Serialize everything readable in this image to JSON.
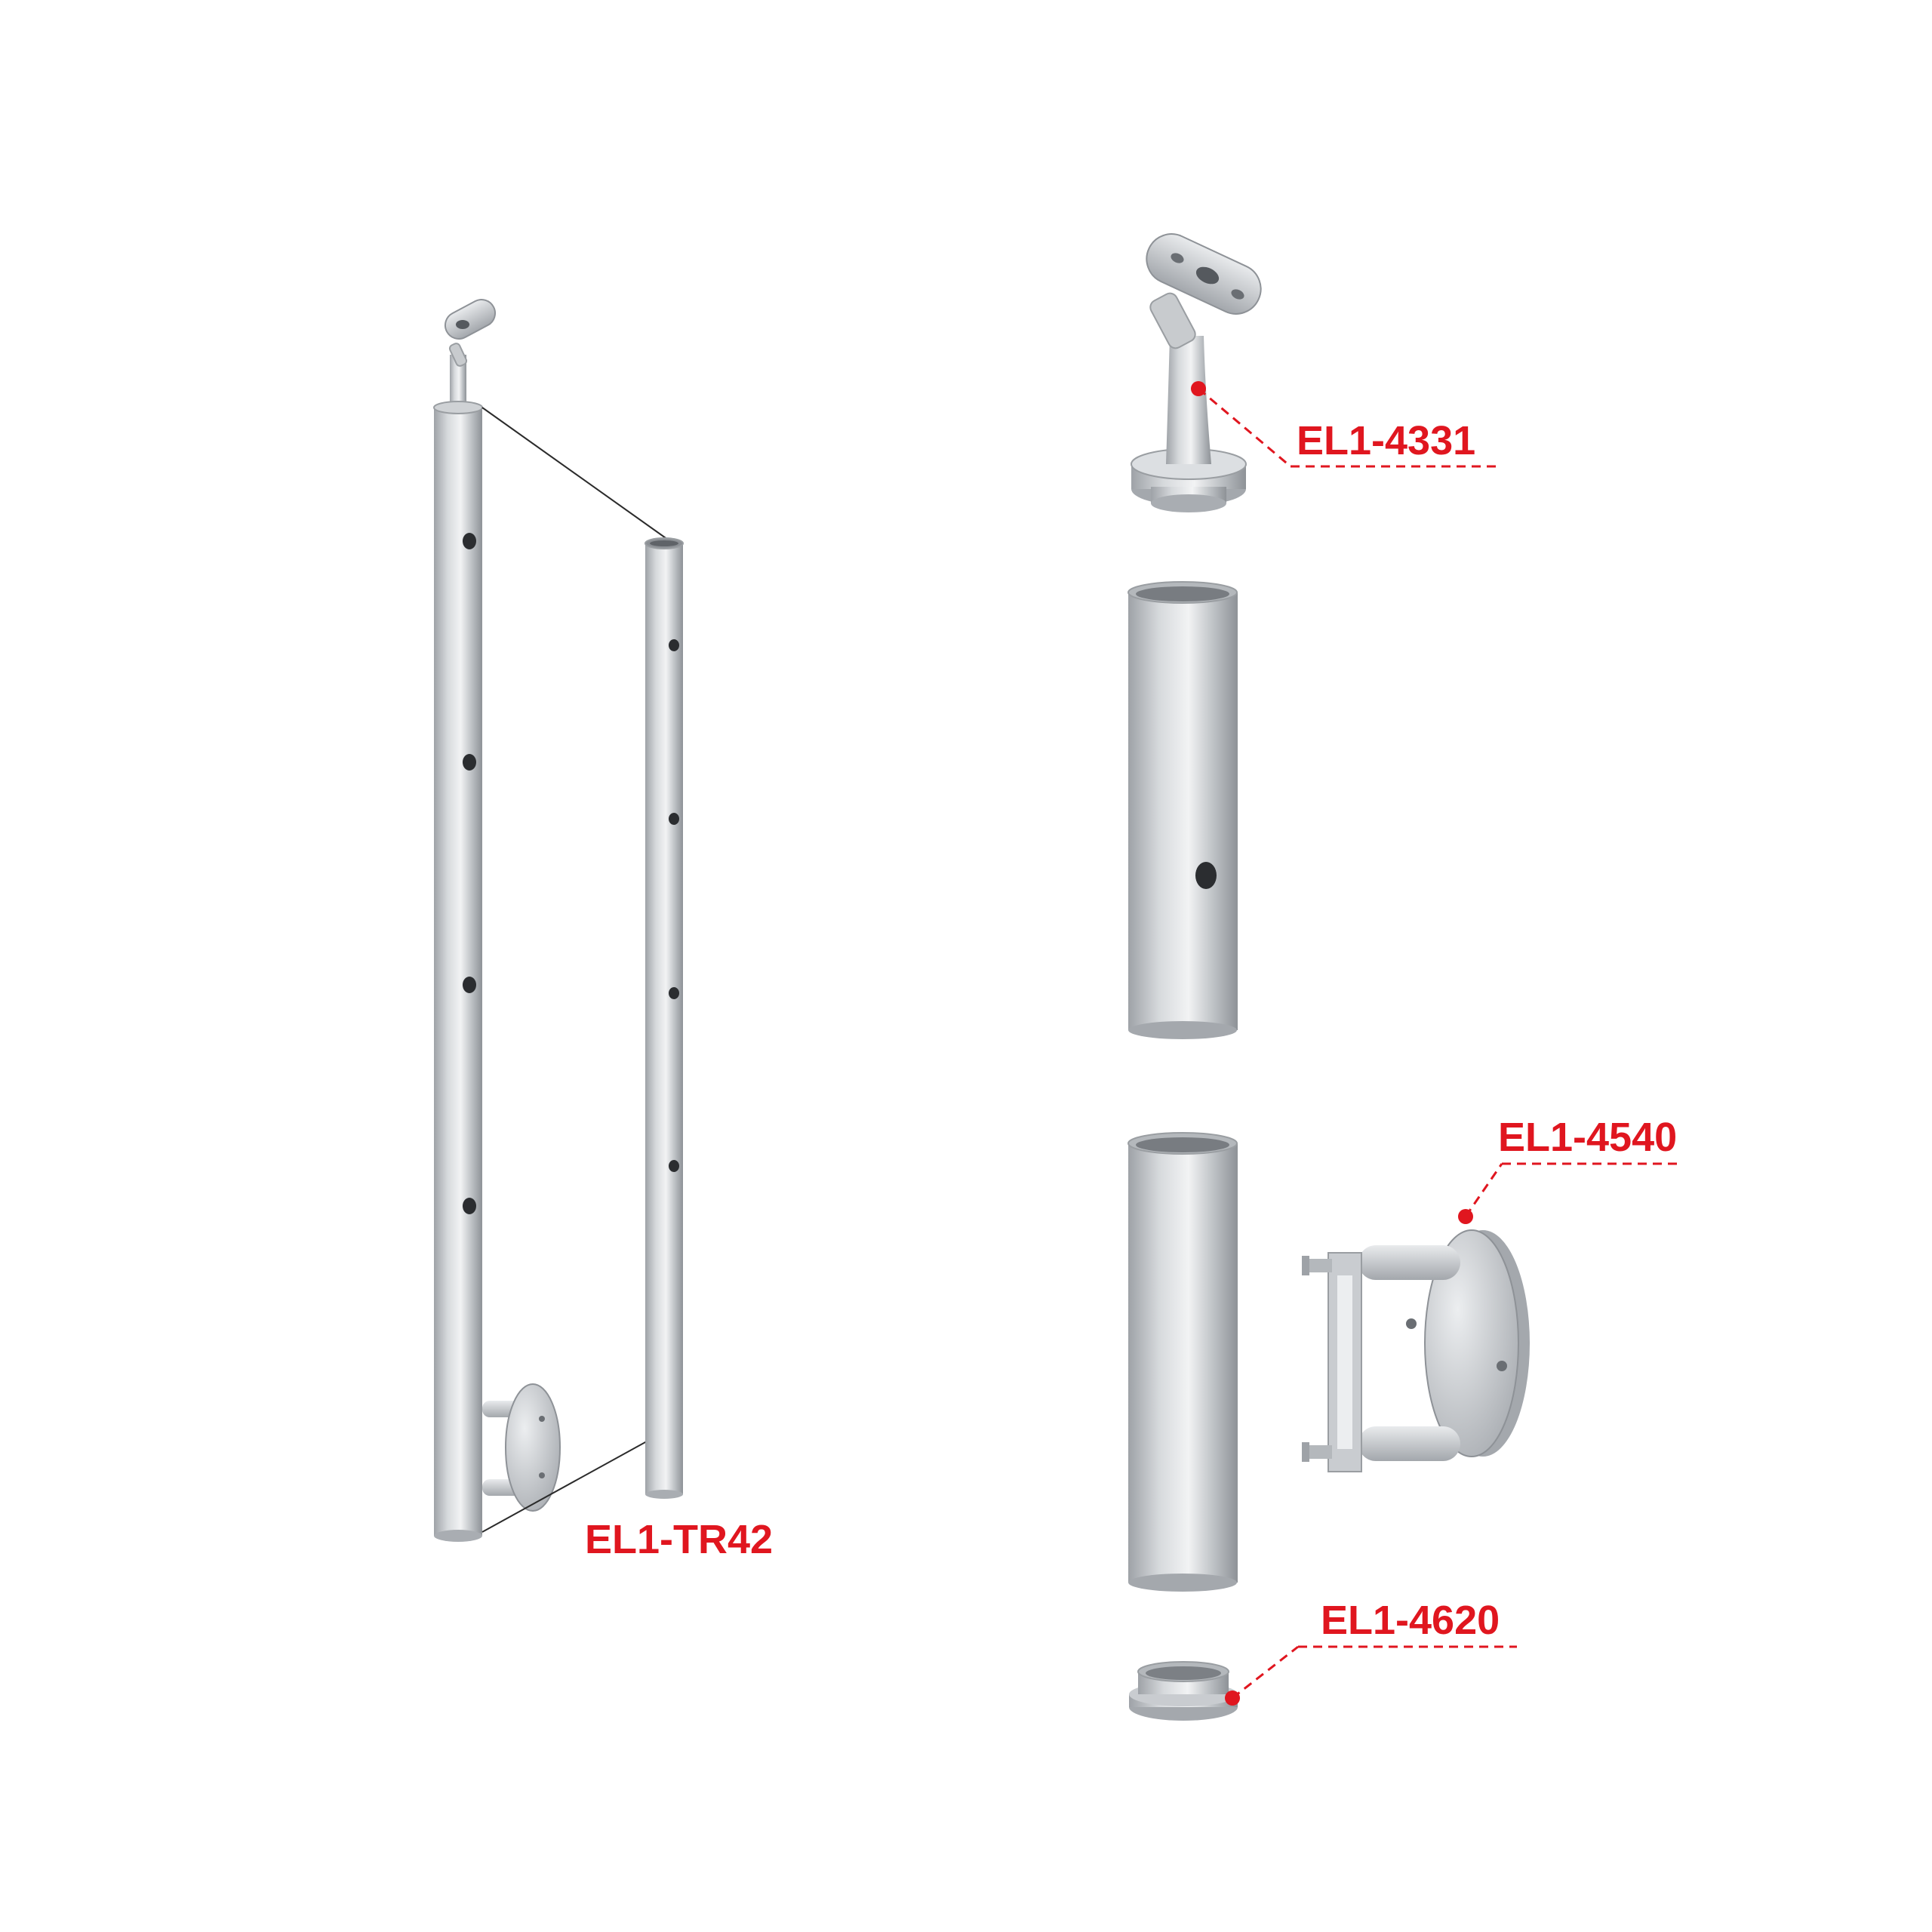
{
  "colors": {
    "label": "#e0161f",
    "steel_light": "#e6e8ea",
    "steel_mid": "#b4b8bc",
    "steel_dark": "#8c9095",
    "hole": "#2b2d30",
    "line": "#2b2b2b"
  },
  "labels": {
    "tube": "EL1-TR42",
    "handrail_support": "EL1-4331",
    "wall_bracket": "EL1-4540",
    "end_cap": "EL1-4620"
  }
}
